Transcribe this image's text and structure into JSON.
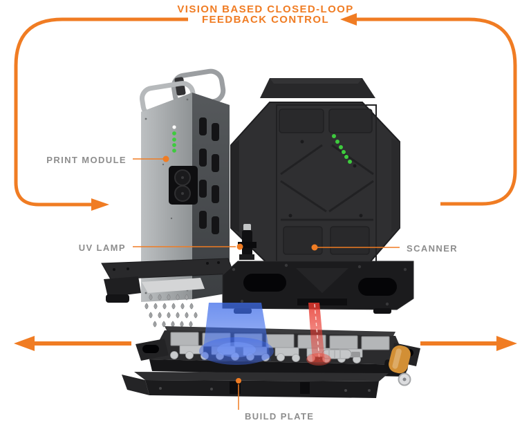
{
  "title": {
    "line1": "VISION BASED CLOSED-LOOP",
    "line2": "FEEDBACK CONTROL"
  },
  "labels": {
    "print_module": "PRINT MODULE",
    "uv_lamp": "UV LAMP",
    "scanner": "SCANNER",
    "build_plate": "BUILD PLATE"
  },
  "colors": {
    "accent_orange": "#F07C23",
    "label_gray": "#8D8D8D",
    "led_green": "#3ECB3E",
    "beam_blue": "#3E6CEA",
    "beam_red": "#E8382E",
    "machine_dark": "#2F2F31",
    "machine_light_gray": "#A9ADAF",
    "roller_orange": "#D28F35"
  },
  "indicators": {
    "print_module_white_led_count": 1,
    "print_module_green_led_count": 4,
    "scanner_green_led_count": 6
  }
}
